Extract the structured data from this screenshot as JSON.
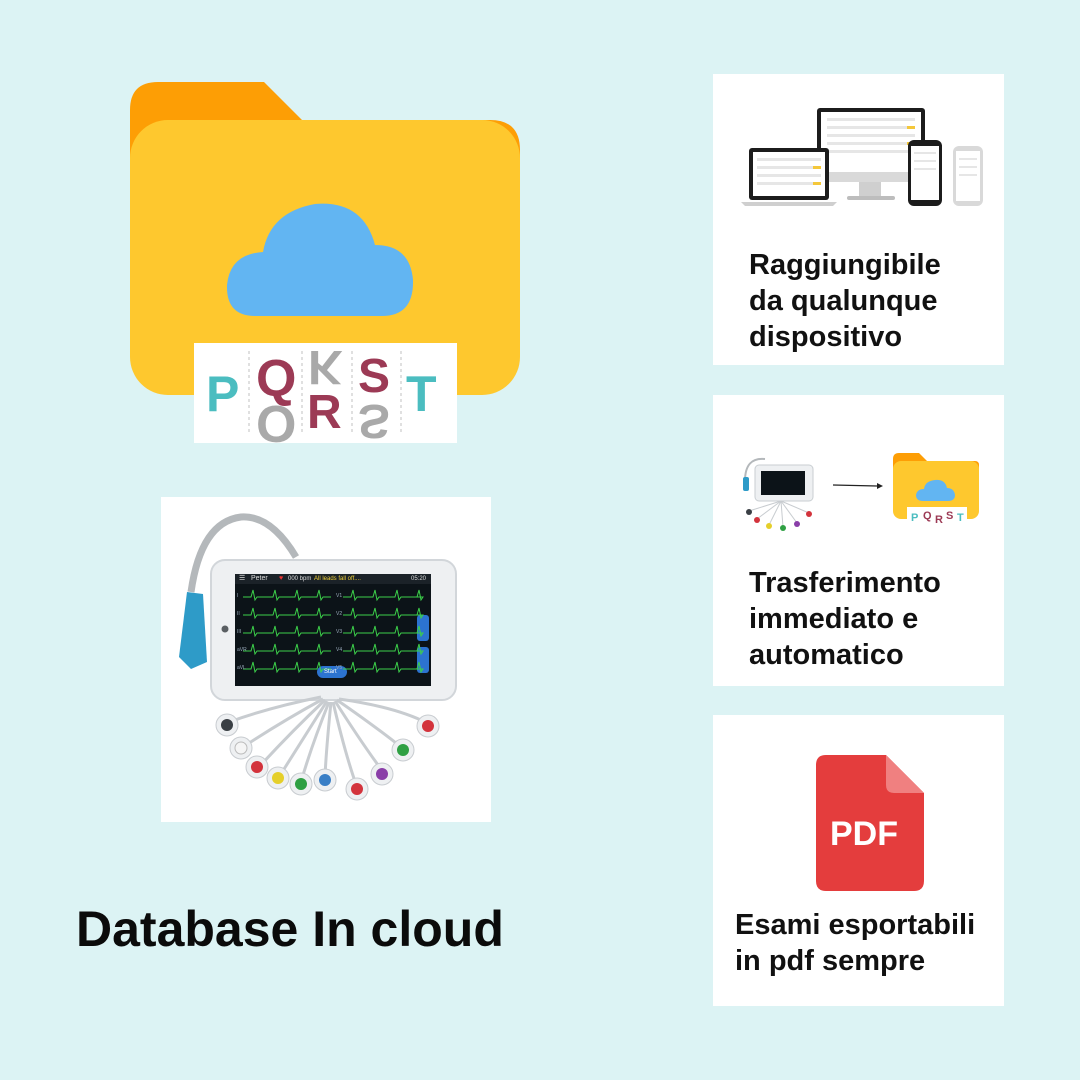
{
  "hero": {
    "icon": "cloud-folder-icon",
    "logo": {
      "letters": [
        "P",
        "Q",
        "R",
        "S",
        "T"
      ],
      "mirrored_top": [
        "K",
        "S"
      ],
      "mirrored_bottom": [
        "O",
        "S"
      ],
      "colors": {
        "teal": "#4bbdc0",
        "maroon": "#9c3a55",
        "gray": "#a9a9a9"
      }
    }
  },
  "device": {
    "patient_name": "Peter",
    "bpm": "000 bpm",
    "alert": "All leads fall off....",
    "time": "05:20",
    "leads_left": [
      "I",
      "II",
      "III",
      "aVR",
      "aVL"
    ],
    "leads_right": [
      "V1",
      "V2",
      "V3",
      "V4",
      "V5"
    ],
    "start_label": "Start"
  },
  "title": "Database In cloud",
  "cards": [
    {
      "text_lines": [
        "Raggiungibile",
        "da qualunque",
        "dispositivo"
      ],
      "icon": "devices-icon"
    },
    {
      "text_lines": [
        "Trasferimento",
        "immediato e",
        "automatico"
      ],
      "icon": "transfer-icon"
    },
    {
      "text_lines": [
        "Esami esportabili",
        "in pdf sempre"
      ],
      "icon": "pdf-file-icon",
      "badge": "PDF"
    }
  ],
  "colors": {
    "background": "#dcf3f4",
    "folder": "#fec82e",
    "folder_tab": "#fd9e05",
    "cloud": "#62b5f2",
    "pdf": "#e43d3d",
    "ecg_line": "#3ccf4a",
    "screen": "#0c1318"
  }
}
